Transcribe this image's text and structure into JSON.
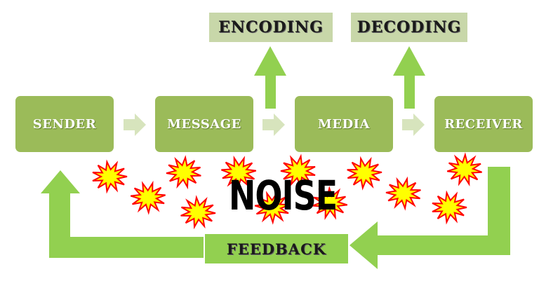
{
  "nodes": {
    "sender": "SENDER",
    "message": "MESSAGE",
    "media": "MEDIA",
    "receiver": "RECEIVER"
  },
  "labels": {
    "encoding": "ENCODING",
    "decoding": "DECODING",
    "feedback": "FEEDBACK",
    "noise": "NOISE"
  },
  "colors": {
    "box_fill": "#9bbb59",
    "label_fill": "#c8d7a9",
    "arrow_green": "#92d050",
    "small_arrow": "#d7e4bd",
    "burst_fill": "#ffff00",
    "burst_stroke": "#ff0000"
  },
  "icons": [
    "right-arrow-icon",
    "up-arrow-icon",
    "feedback-arrow-icon",
    "noise-burst-icon"
  ]
}
